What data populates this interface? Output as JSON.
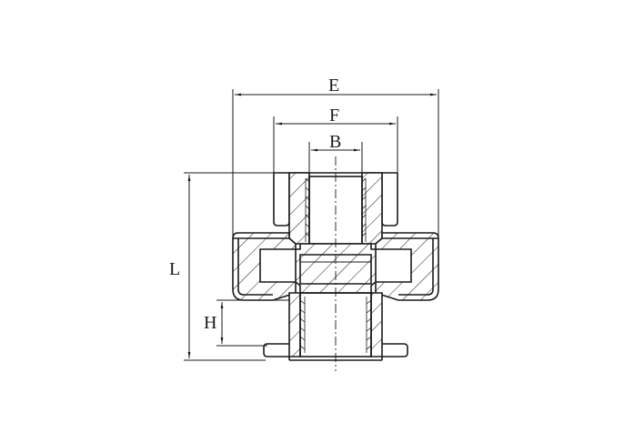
{
  "diagram": {
    "dimension_labels": {
      "E": "E",
      "F": "F",
      "B": "B",
      "L": "L",
      "H": "H"
    }
  }
}
